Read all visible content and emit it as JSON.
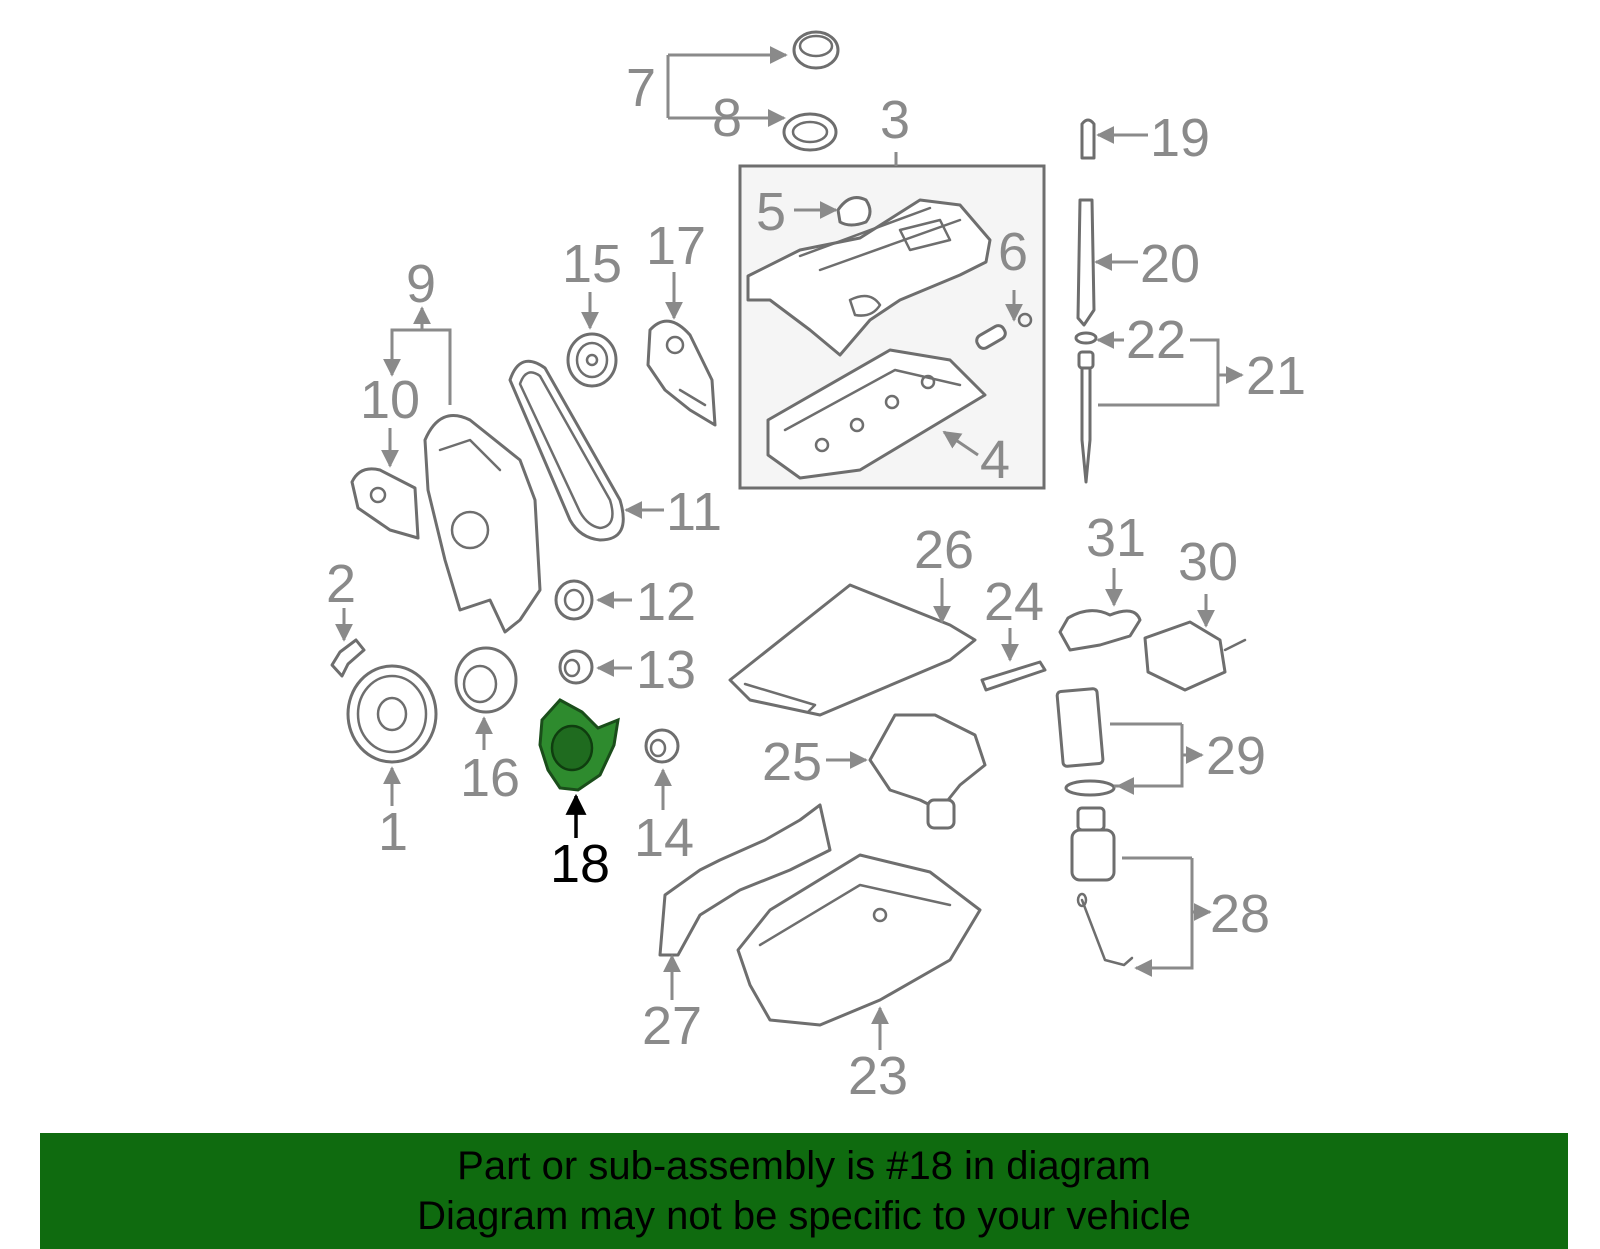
{
  "diagram": {
    "highlight_color": "#2e8b2e",
    "callouts": [
      {
        "id": "1",
        "label": "1"
      },
      {
        "id": "2",
        "label": "2"
      },
      {
        "id": "3",
        "label": "3"
      },
      {
        "id": "4",
        "label": "4"
      },
      {
        "id": "5",
        "label": "5"
      },
      {
        "id": "6",
        "label": "6"
      },
      {
        "id": "7",
        "label": "7"
      },
      {
        "id": "8",
        "label": "8"
      },
      {
        "id": "9",
        "label": "9"
      },
      {
        "id": "10",
        "label": "10"
      },
      {
        "id": "11",
        "label": "11"
      },
      {
        "id": "12",
        "label": "12"
      },
      {
        "id": "13",
        "label": "13"
      },
      {
        "id": "14",
        "label": "14"
      },
      {
        "id": "15",
        "label": "15"
      },
      {
        "id": "16",
        "label": "16"
      },
      {
        "id": "17",
        "label": "17"
      },
      {
        "id": "18",
        "label": "18"
      },
      {
        "id": "19",
        "label": "19"
      },
      {
        "id": "20",
        "label": "20"
      },
      {
        "id": "21",
        "label": "21"
      },
      {
        "id": "22",
        "label": "22"
      },
      {
        "id": "23",
        "label": "23"
      },
      {
        "id": "24",
        "label": "24"
      },
      {
        "id": "25",
        "label": "25"
      },
      {
        "id": "26",
        "label": "26"
      },
      {
        "id": "27",
        "label": "27"
      },
      {
        "id": "28",
        "label": "28"
      },
      {
        "id": "29",
        "label": "29"
      },
      {
        "id": "30",
        "label": "30"
      },
      {
        "id": "31",
        "label": "31"
      }
    ]
  },
  "banner": {
    "background": "#0f6b0f",
    "line1": "Part or sub-assembly is #18 in diagram",
    "line2": "Diagram may not be specific to your vehicle"
  }
}
